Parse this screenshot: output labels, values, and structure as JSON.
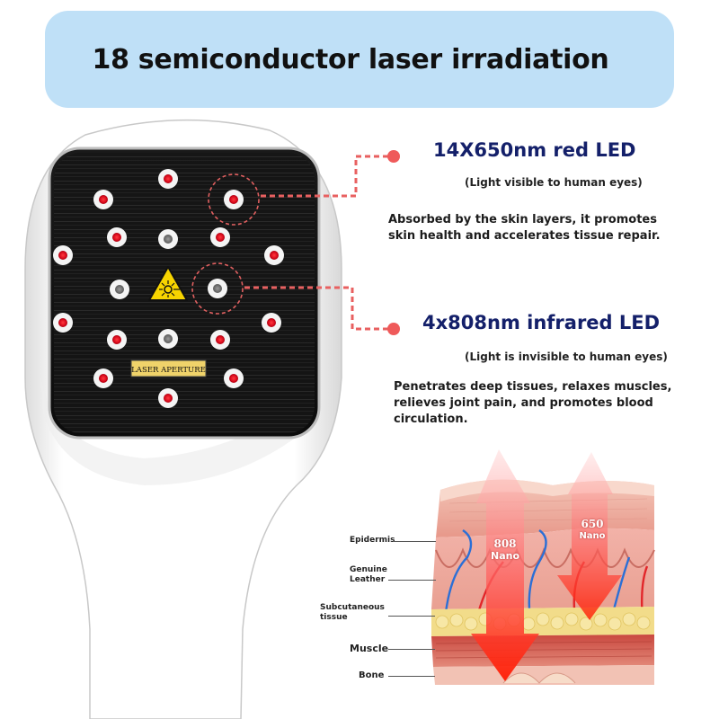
{
  "banner": {
    "title": "18 semiconductor laser irradiation"
  },
  "device": {
    "aperture_label": "LASER APERTURE",
    "warning_icon": "laser-warning-icon"
  },
  "red_led": {
    "heading": "14X650nm red LED",
    "note": "(Light visible to human eyes)",
    "description_lines": [
      "Absorbed by the skin layers, it promotes",
      "skin health and accelerates tissue repair."
    ]
  },
  "infrared_led": {
    "heading": "4x808nm infrared LED",
    "note": "(Light is invisible to human eyes)",
    "description_lines": [
      "Penetrates deep tissues, relaxes muscles,",
      "relieves joint pain, and promotes blood",
      "circulation."
    ]
  },
  "skin_diagram": {
    "layers": {
      "epidermis": "Epidermis",
      "leather_1": "Genuine",
      "leather_2": "Leather",
      "subcutaneous_1": "Subcutaneous",
      "subcutaneous_2": "tissue",
      "muscle": "Muscle",
      "bone": "Bone"
    },
    "arrow_808": {
      "num": "808",
      "unit": "Nano"
    },
    "arrow_650": {
      "num": "650",
      "unit": "Nano"
    }
  },
  "colors": {
    "banner": "#bfe0f7",
    "heading": "#14206a",
    "red_led": "#e8102a",
    "connector": "#e86060"
  }
}
